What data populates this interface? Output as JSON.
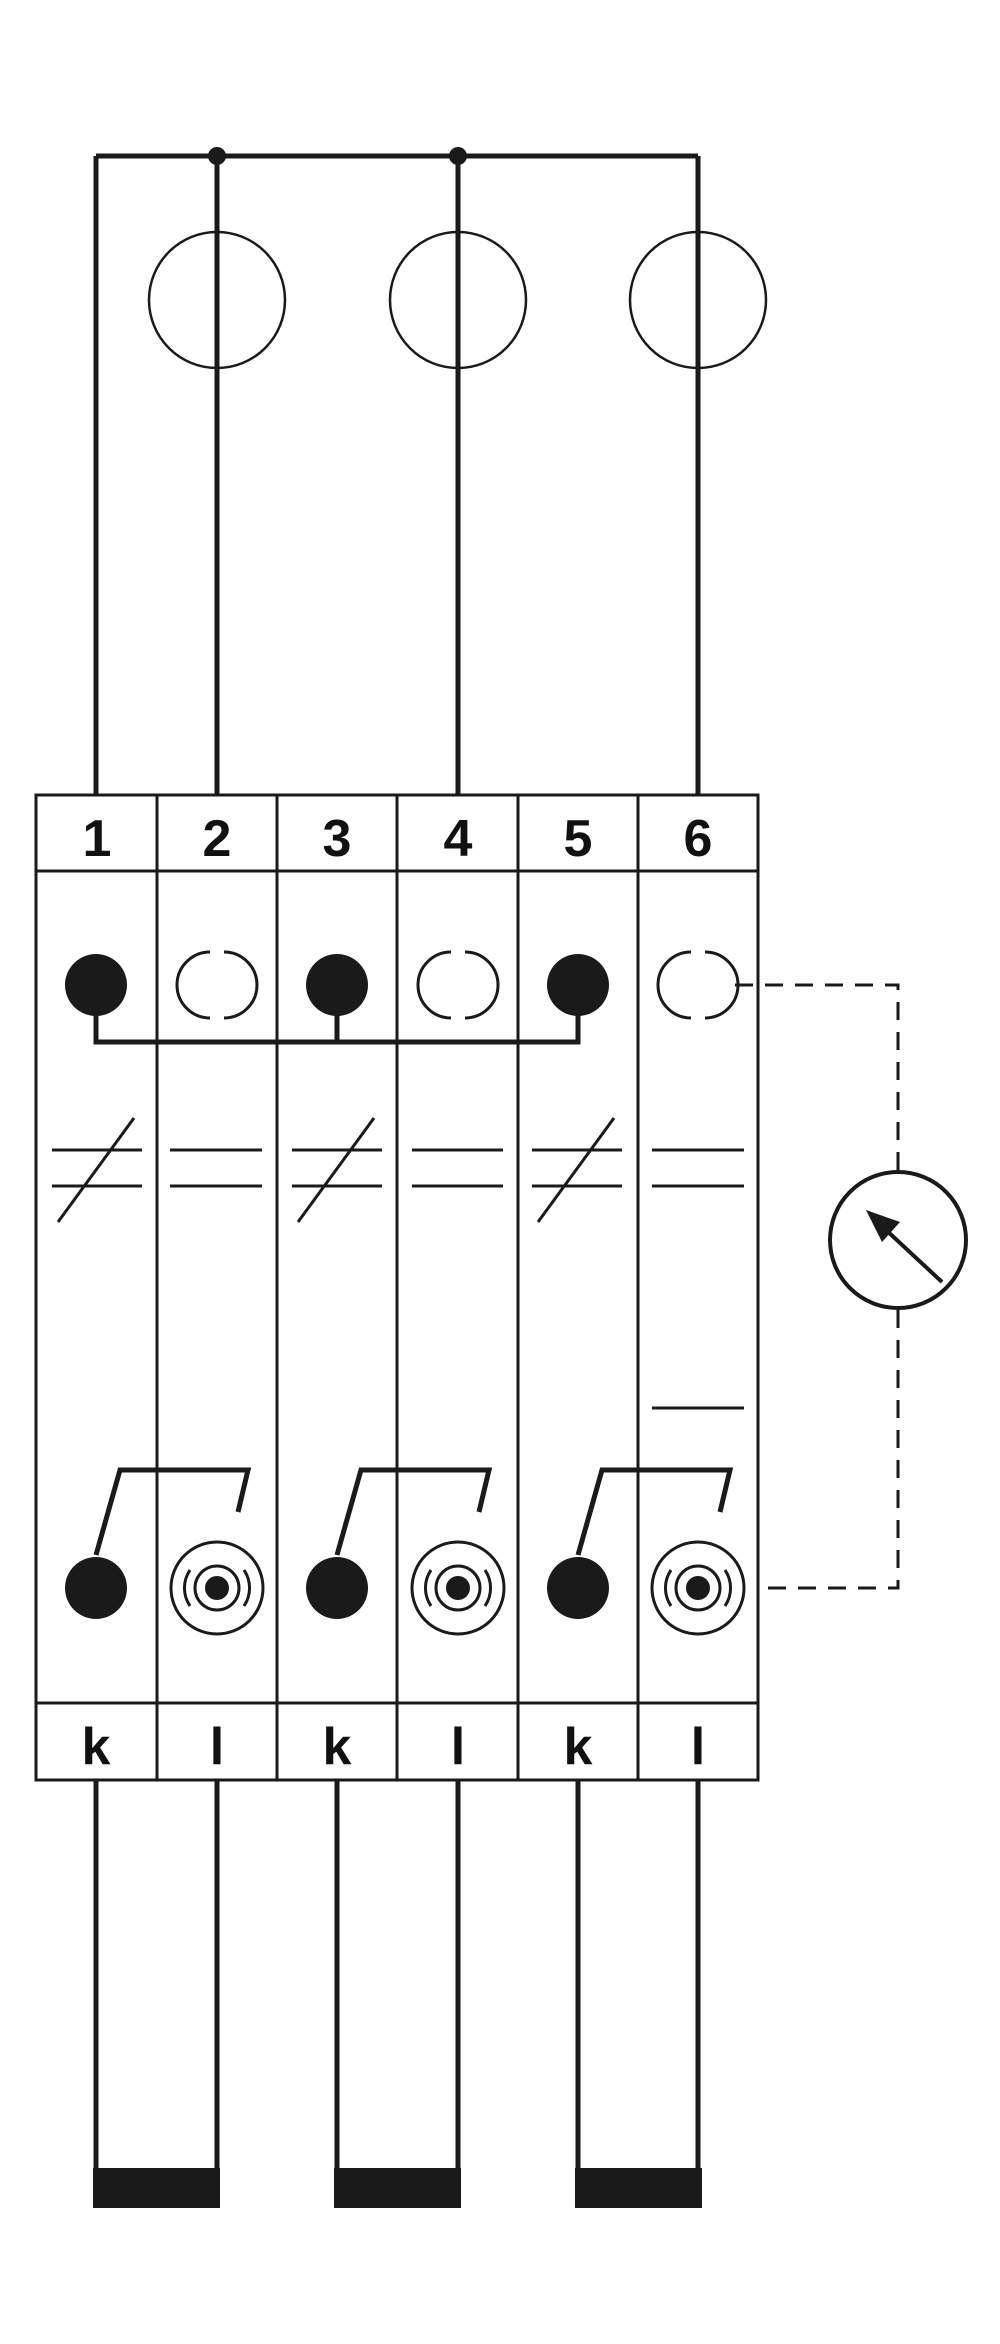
{
  "terminal_numbers": [
    "1",
    "2",
    "3",
    "4",
    "5",
    "6"
  ],
  "bottom_labels": [
    "k",
    "l",
    "k",
    "l",
    "k",
    "l"
  ],
  "colors": {
    "line": "#1a1a1a",
    "fill": "#1a1a1a",
    "background": "#ffffff"
  },
  "icons": {
    "top_rings": "circle",
    "filled_contact": "filled-circle",
    "open_contact": "bracket-circle",
    "socket": "concentric-socket",
    "meter": "gauge-meter"
  }
}
